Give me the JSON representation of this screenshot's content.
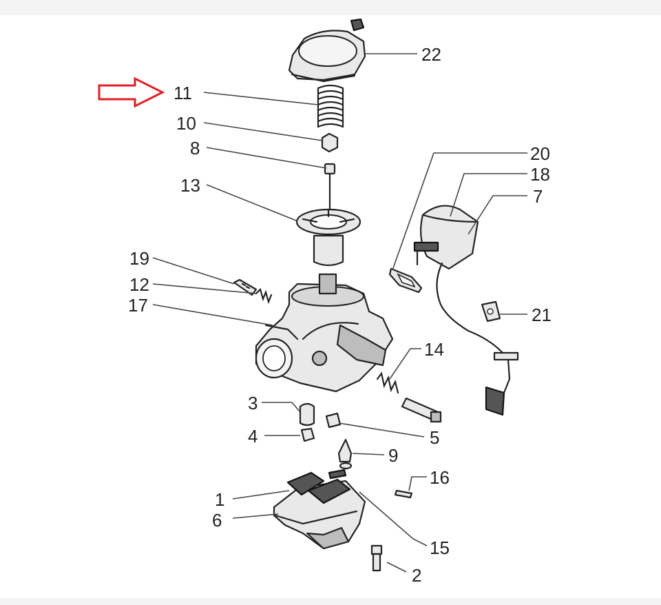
{
  "diagram": {
    "callouts": [
      {
        "id": "p22",
        "text": "22"
      },
      {
        "id": "p11",
        "text": "11"
      },
      {
        "id": "p10",
        "text": "10"
      },
      {
        "id": "p8",
        "text": "8"
      },
      {
        "id": "p13",
        "text": "13"
      },
      {
        "id": "p20",
        "text": "20"
      },
      {
        "id": "p18",
        "text": "18"
      },
      {
        "id": "p7",
        "text": "7"
      },
      {
        "id": "p19",
        "text": "19"
      },
      {
        "id": "p12",
        "text": "12"
      },
      {
        "id": "p17",
        "text": "17"
      },
      {
        "id": "p21",
        "text": "21"
      },
      {
        "id": "p14",
        "text": "14"
      },
      {
        "id": "p3",
        "text": "3"
      },
      {
        "id": "p4",
        "text": "4"
      },
      {
        "id": "p5",
        "text": "5"
      },
      {
        "id": "p9",
        "text": "9"
      },
      {
        "id": "p16",
        "text": "16"
      },
      {
        "id": "p1",
        "text": "1"
      },
      {
        "id": "p6",
        "text": "6"
      },
      {
        "id": "p15",
        "text": "15"
      },
      {
        "id": "p2",
        "text": "2"
      }
    ],
    "highlight": {
      "target": "11",
      "color": "#e31e24"
    }
  }
}
